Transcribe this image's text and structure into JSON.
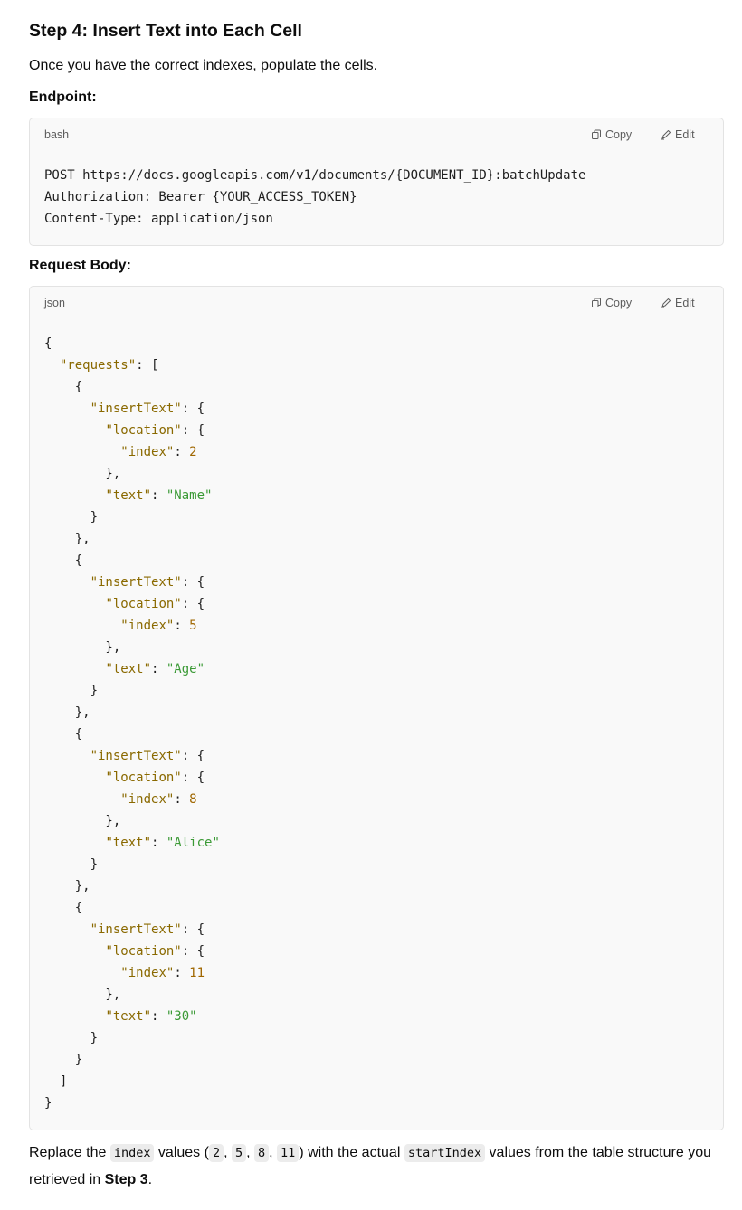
{
  "heading": "Step 4: Insert Text into Each Cell",
  "intro": "Once you have the correct indexes, populate the cells.",
  "endpoint_label": "Endpoint:",
  "body_label": "Request Body:",
  "copy_label": "Copy",
  "edit_label": "Edit",
  "icons": {
    "copy": "copy-icon",
    "edit": "pencil-icon"
  },
  "colors": {
    "key": "#8a6900",
    "number": "#a06700",
    "string": "#3b9a36",
    "code_bg": "#f9f9f9"
  },
  "bash_block": {
    "language": "bash",
    "lines": [
      "POST https://docs.googleapis.com/v1/documents/{DOCUMENT_ID}:batchUpdate",
      "Authorization: Bearer {YOUR_ACCESS_TOKEN}",
      "Content-Type: application/json"
    ]
  },
  "json_block": {
    "language": "json",
    "requests": [
      {
        "index": "2",
        "text": "\"Name\""
      },
      {
        "index": "5",
        "text": "\"Age\""
      },
      {
        "index": "8",
        "text": "\"Alice\""
      },
      {
        "index": "11",
        "text": "\"30\""
      }
    ]
  },
  "footer": {
    "part1": "Replace the ",
    "code_index": "index",
    "part2": " values (",
    "v1": "2",
    "v2": "5",
    "v3": "8",
    "v4": "11",
    "sep": ", ",
    "part3": ") with the actual ",
    "code_start": "startIndex",
    "part4": " values from the table structure you retrieved in ",
    "step_ref": "Step 3",
    "part5": "."
  }
}
